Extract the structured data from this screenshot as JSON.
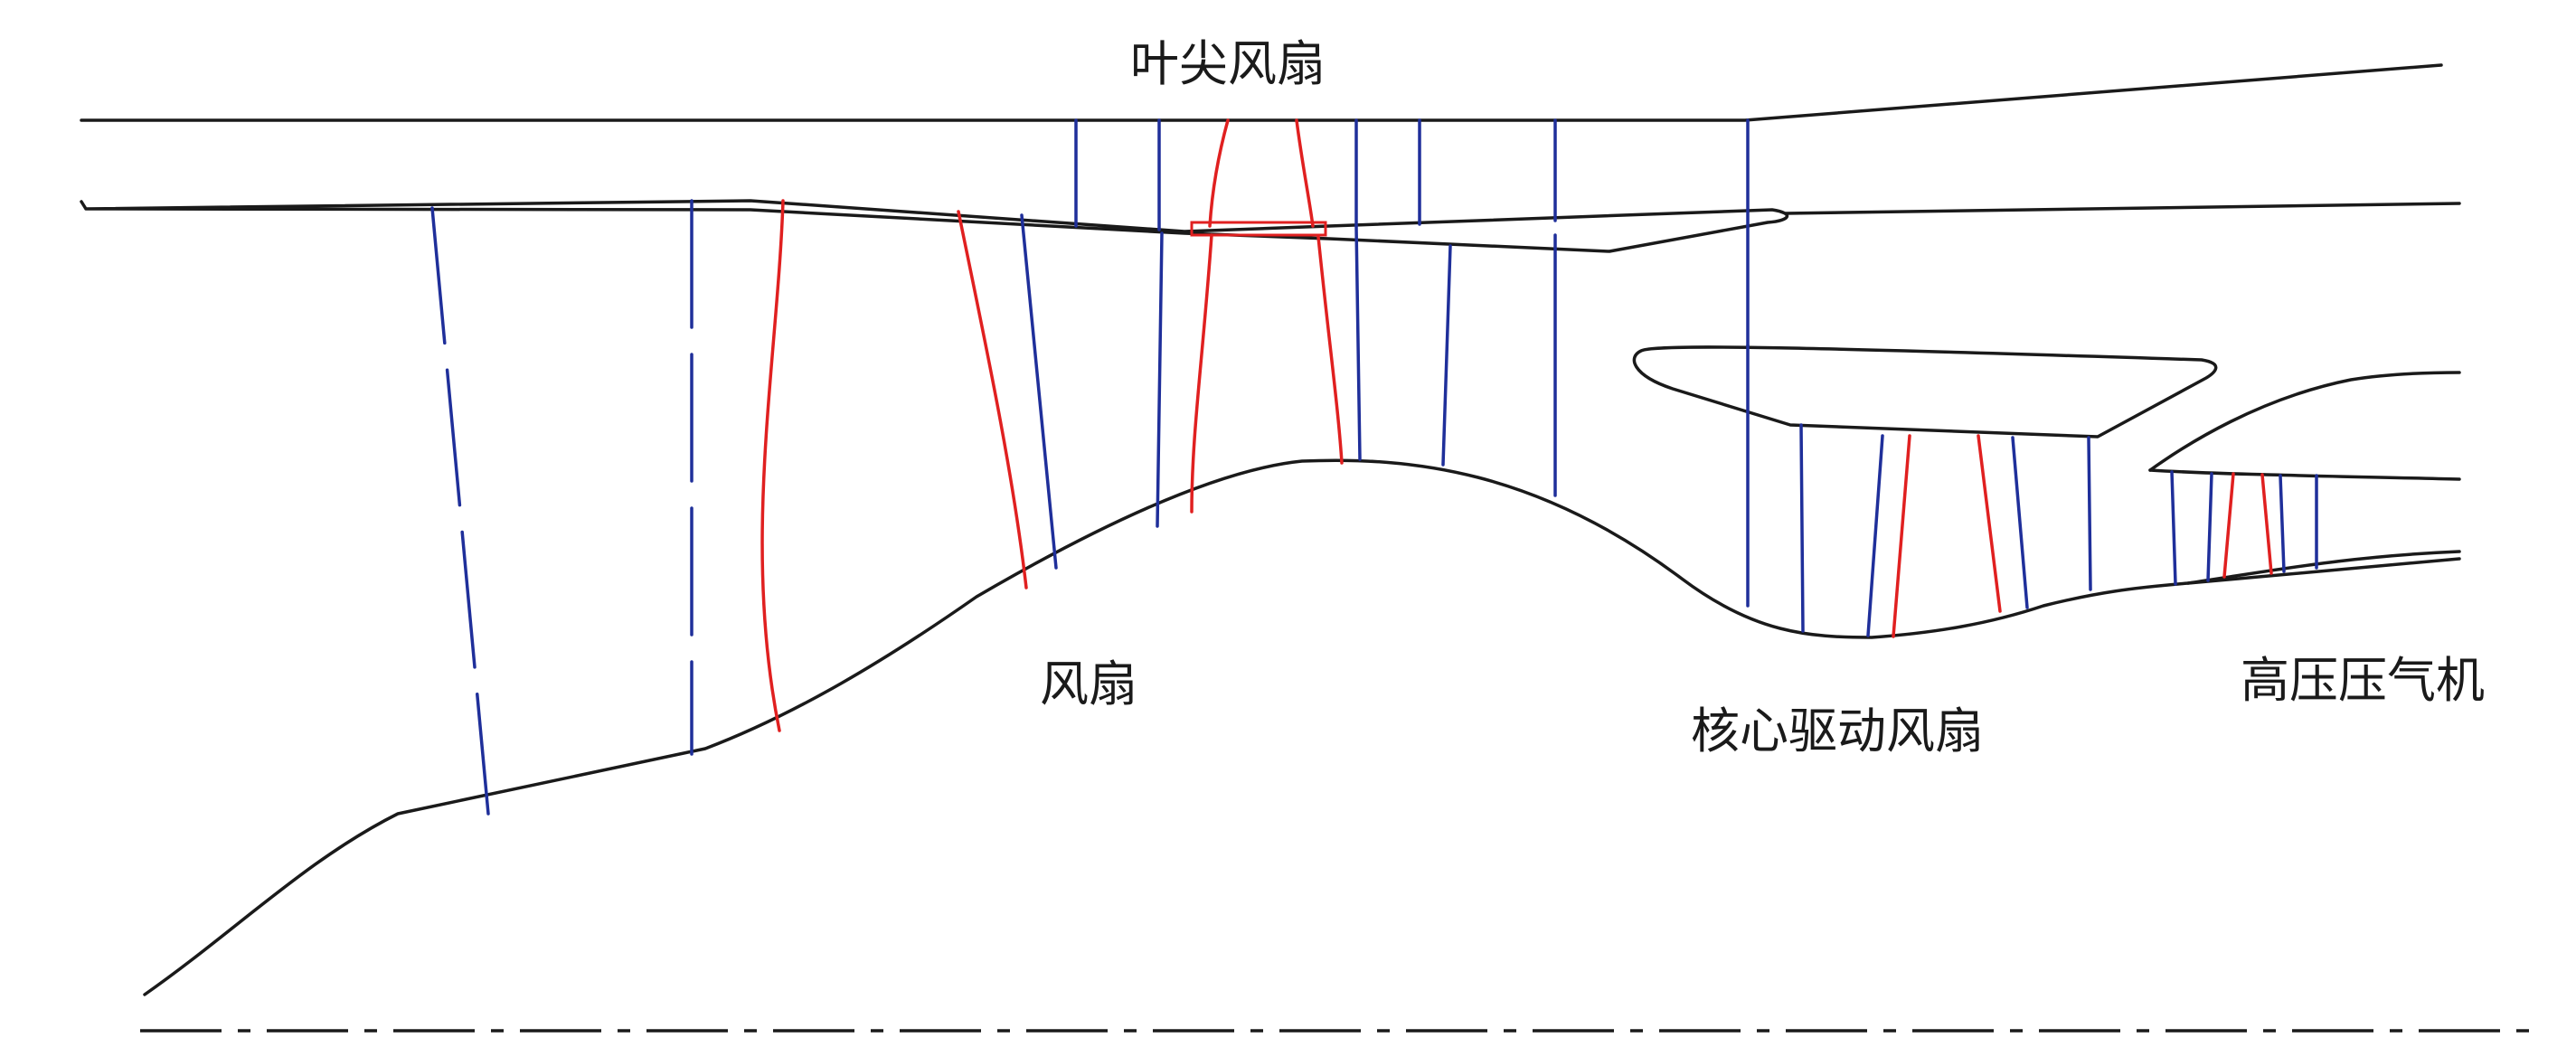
{
  "labels": {
    "tip_fan": "叶尖风扇",
    "fan": "风扇",
    "core_driven_fan": "核心驱动风扇",
    "high_pressure_compressor": "高压压气机"
  },
  "colors": {
    "outline": "#1a1a1a",
    "rotor_blade": "#e02020",
    "stator_vane": "#1f2f9a"
  }
}
